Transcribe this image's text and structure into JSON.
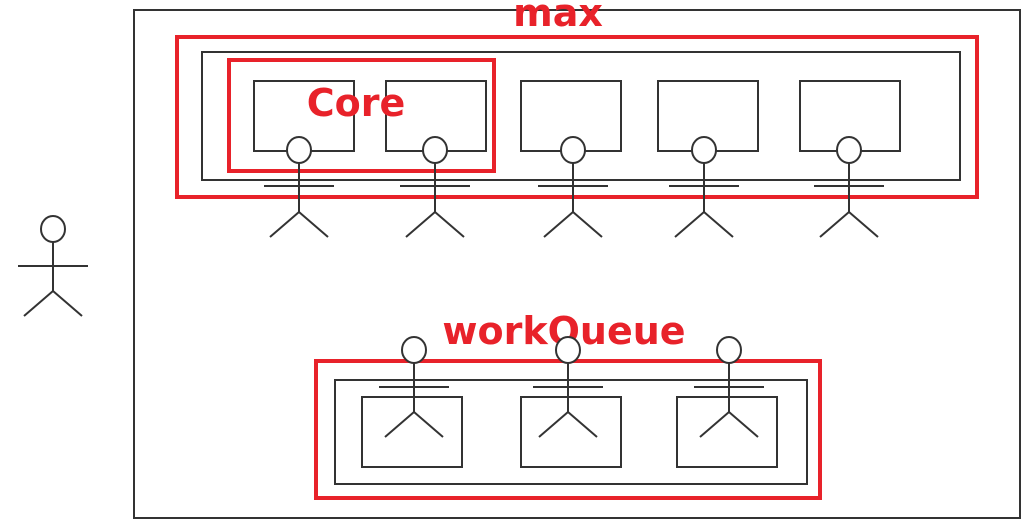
{
  "labels": {
    "max": "max",
    "core": "Core",
    "work_queue": "workQueue"
  },
  "colors": {
    "highlight": "#e8222a",
    "stroke": "#333333",
    "background": "#ffffff"
  },
  "icons": [
    "person-icon",
    "worker-slot"
  ]
}
